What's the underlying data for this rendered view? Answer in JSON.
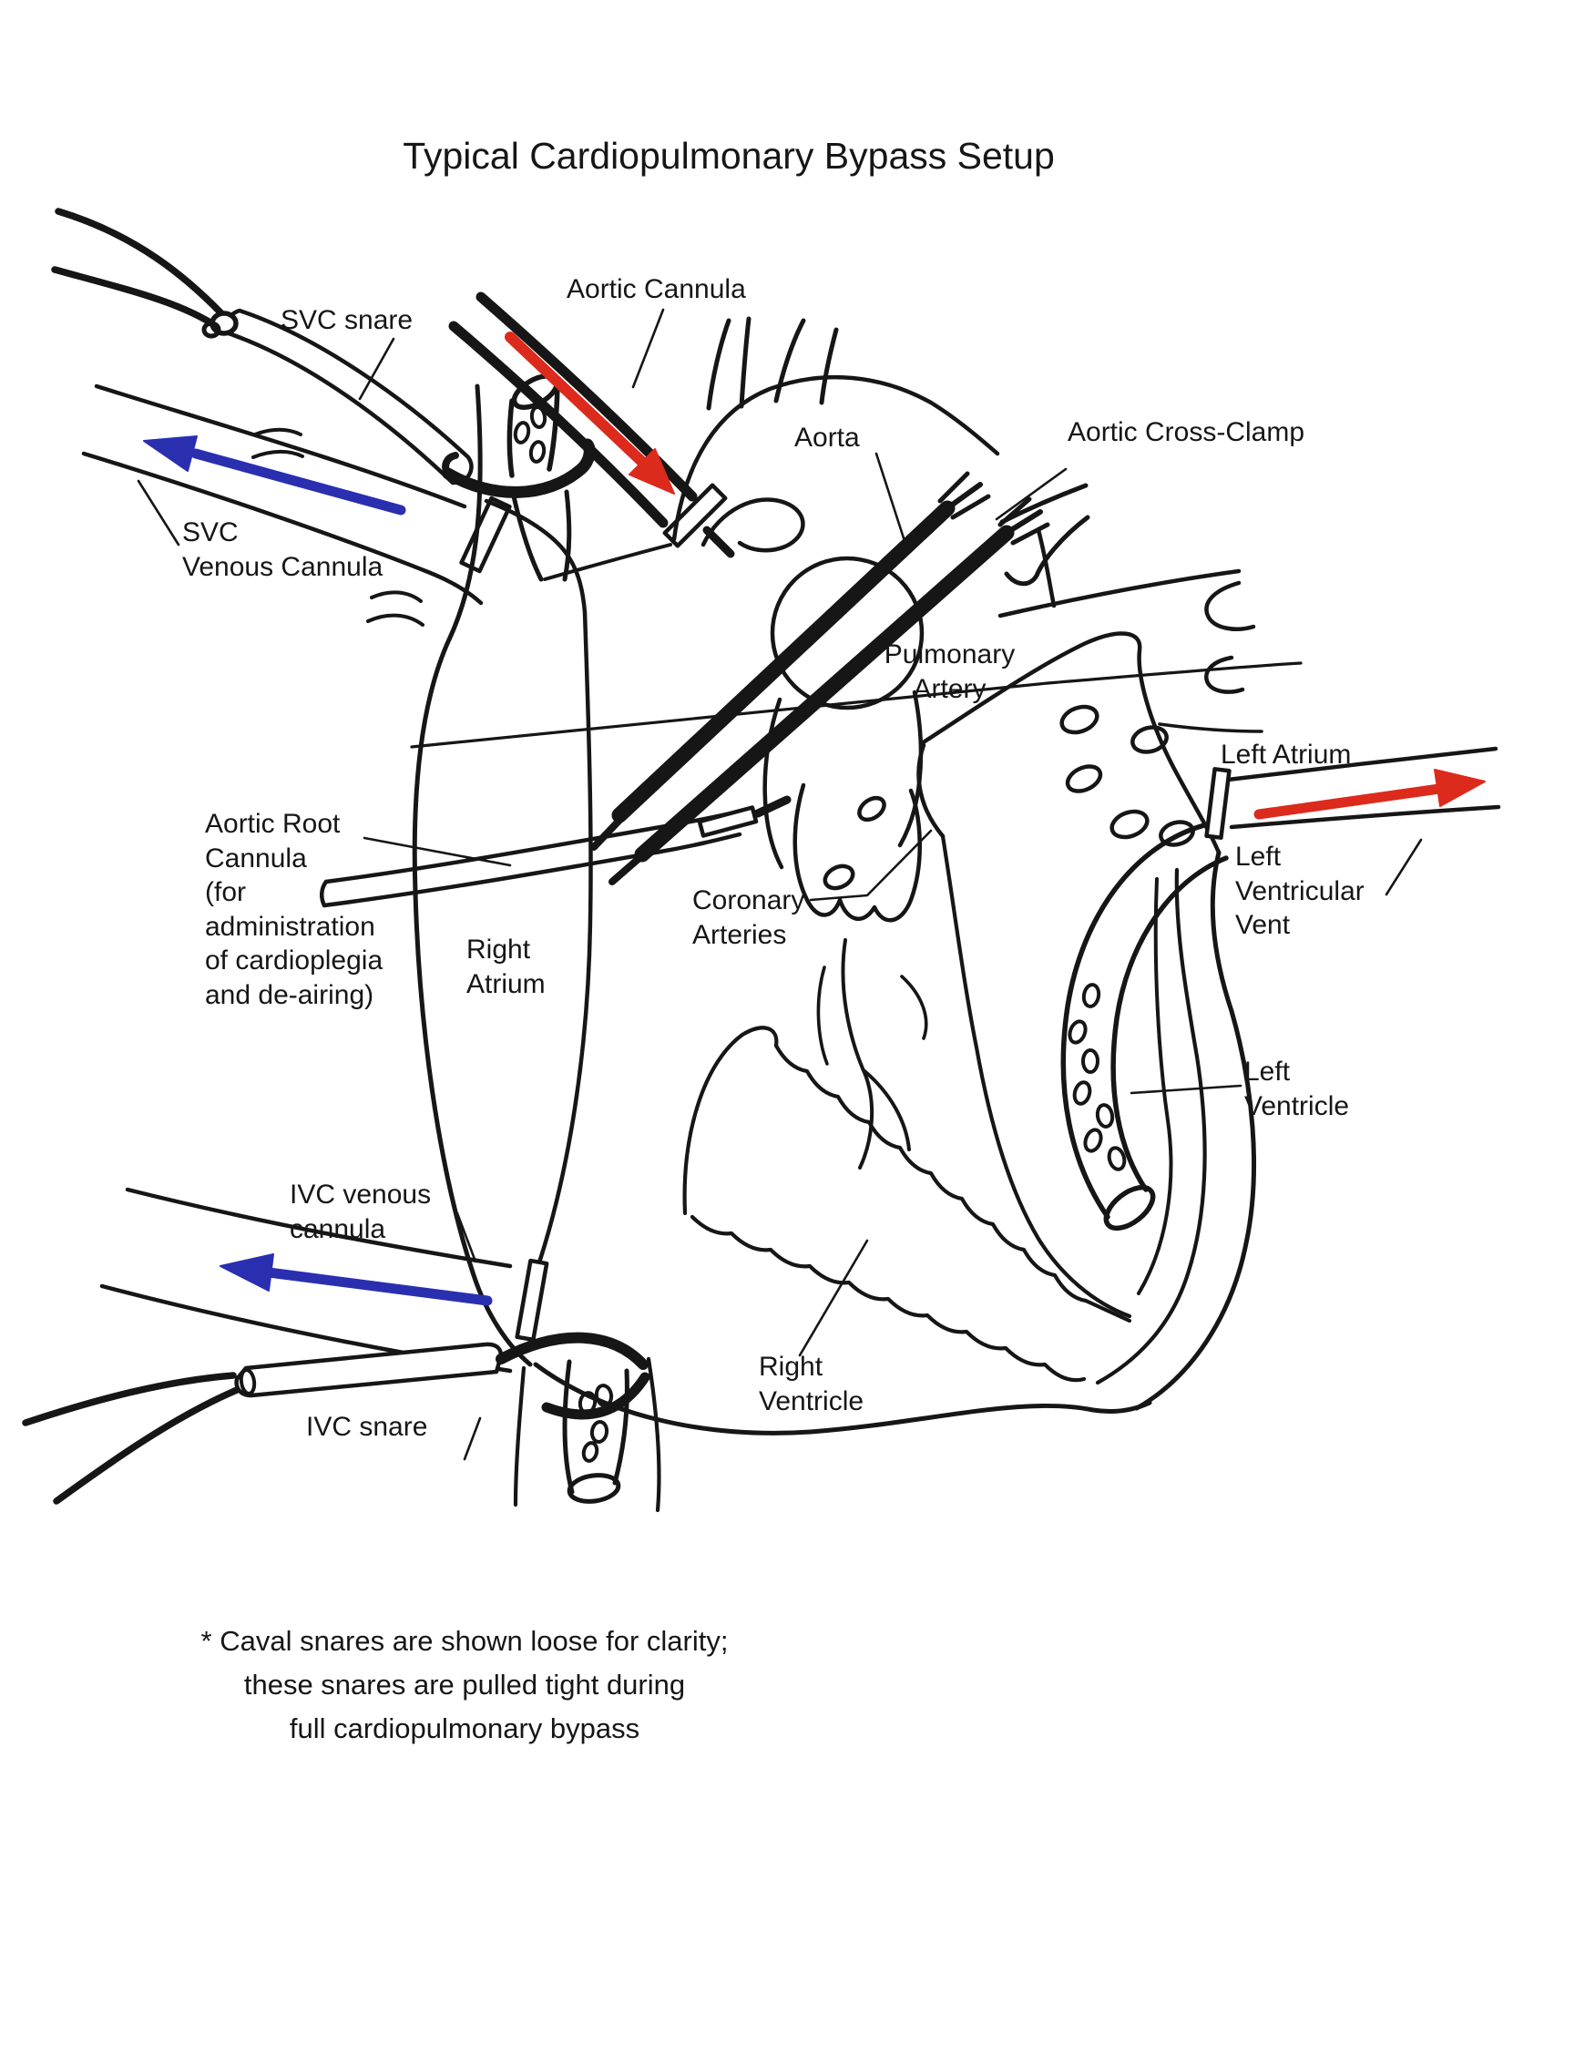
{
  "title": "Typical Cardiopulmonary Bypass Setup",
  "labels": {
    "svc_snare": "SVC snare",
    "aortic_cannula": "Aortic Cannula",
    "aorta": "Aorta",
    "aortic_cross_clamp": "Aortic Cross-Clamp",
    "svc_venous_cannula": "SVC\nVenous Cannula",
    "pulmonary_artery": "Pulmonary\nArtery",
    "left_atrium": "Left Atrium",
    "aortic_root_cannula": "Aortic Root\nCannula\n(for\nadministration\nof cardioplegia\nand de-airing)",
    "right_atrium": "Right\nAtrium",
    "coronary_arteries": "Coronary\nArteries",
    "left_ventricular_vent": "Left\nVentricular\nVent",
    "left_ventricle": "Left\nVentricle",
    "ivc_venous_cannula": "IVC venous\ncannula",
    "ivc_snare": "IVC snare",
    "right_ventricle": "Right\nVentricle"
  },
  "footnote": "* Caval snares are shown loose for clarity;\nthese snares are pulled tight during\nfull cardiopulmonary bypass",
  "colors": {
    "ink": "#161616",
    "arrow_red": "#dc2a1c",
    "arrow_blue": "#2a2fb0",
    "paper": "#ffffff"
  },
  "flow_arrows": [
    {
      "name": "aortic-cannula-inflow",
      "color_key": "arrow_red",
      "direction": "into aorta"
    },
    {
      "name": "left-ventricular-vent-outflow",
      "color_key": "arrow_red",
      "direction": "out of left atrium"
    },
    {
      "name": "svc-venous-drainage",
      "color_key": "arrow_blue",
      "direction": "out of SVC"
    },
    {
      "name": "ivc-venous-drainage",
      "color_key": "arrow_blue",
      "direction": "out of IVC"
    }
  ]
}
